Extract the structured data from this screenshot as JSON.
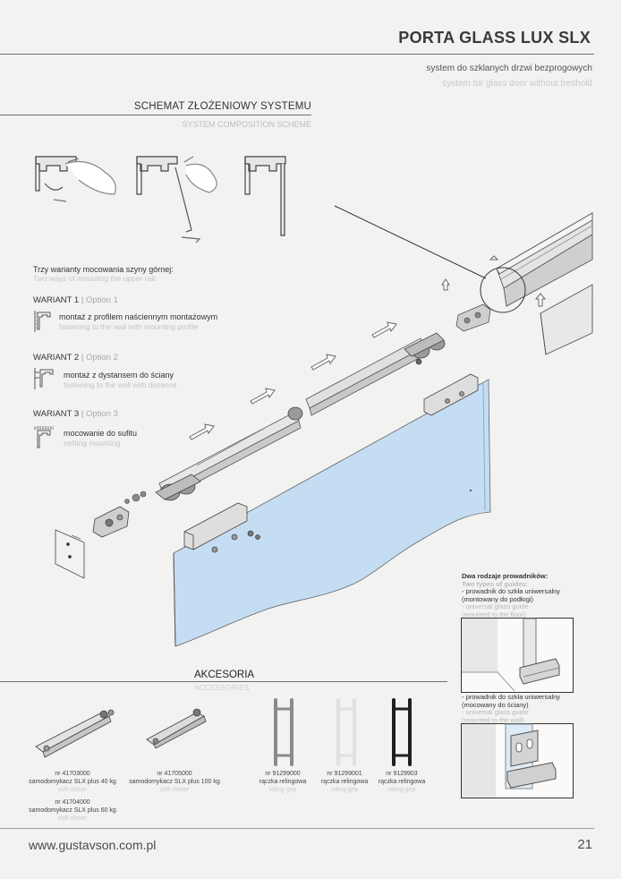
{
  "header": {
    "title": "PORTA GLASS LUX SLX",
    "subtitle_pl": "system do szklanych drzwi bezprogowych",
    "subtitle_en": "system for glass door without treshold"
  },
  "section": {
    "title_pl": "SCHEMAT ZŁOŻENIOWY SYSTEMU",
    "title_en": "SYSTEM COMPOSITION SCHEME"
  },
  "mounting": {
    "heading_pl": "Trzy warianty mocowania szyny górnej:",
    "heading_en": "Two ways of mounting the upper rail:",
    "variants": [
      {
        "label": "WARIANT 1",
        "sep": "|",
        "option": "Option 1",
        "desc_pl": "montaż z profilem naściennym montażowym",
        "desc_en": "fastening to the wall with mounting profile"
      },
      {
        "label": "WARIANT 2",
        "sep": "|",
        "option": "Option 2",
        "desc_pl": "montaż z dystansem do ściany",
        "desc_en": "fastening to the wall with distance"
      },
      {
        "label": "WARIANT 3",
        "sep": "|",
        "option": "Option 3",
        "desc_pl": "mocowanie do sufitu",
        "desc_en": "ceilling mounting"
      }
    ]
  },
  "guides": {
    "heading_pl": "Dwa rodzaje prowadników:",
    "heading_en": "Two types of guides:",
    "items": [
      {
        "pl_1": "- prowadnik do szkła uniwersalny",
        "pl_2": "(montowany do podłogi)",
        "en_1": "- universal glass guide",
        "en_2": "(mounted to the floor)"
      },
      {
        "pl_1": "- prowadnik do szkła uniwersalny",
        "pl_2": "(mocowany do ściany)",
        "en_1": "- universal glass guide",
        "en_2": "(mounted to the wall)"
      }
    ]
  },
  "accessories": {
    "title_pl": "AKCESORIA",
    "title_en": "ACCESSORIES",
    "products": [
      {
        "nr": "nr 41703000",
        "name": "samodomykacz SLX plus 40 kg",
        "en": "soft-closer"
      },
      {
        "nr": "nr 41704000",
        "name": "samodomykacz SLX plus 60 kg",
        "en": "soft-closer"
      },
      {
        "nr": "nr 41705000",
        "name": "samodomykacz SLX plus 100 kg",
        "en": "soft-closer"
      },
      {
        "nr": "nr 91299000",
        "name": "rączka relingowa",
        "en": "reling grip"
      },
      {
        "nr": "nr 91299001",
        "name": "rączka relingowa",
        "en": "reling grip"
      },
      {
        "nr": "nr 9129903",
        "name": "rączka relingowa",
        "en": "reling grip"
      }
    ]
  },
  "footer": {
    "url": "www.gustavson.com.pl",
    "page": "21"
  },
  "colors": {
    "glass": "#c5ddf3",
    "rail": "#dcdcdc",
    "text": "#3b3b3b",
    "light_text": "#c4c4c4"
  }
}
